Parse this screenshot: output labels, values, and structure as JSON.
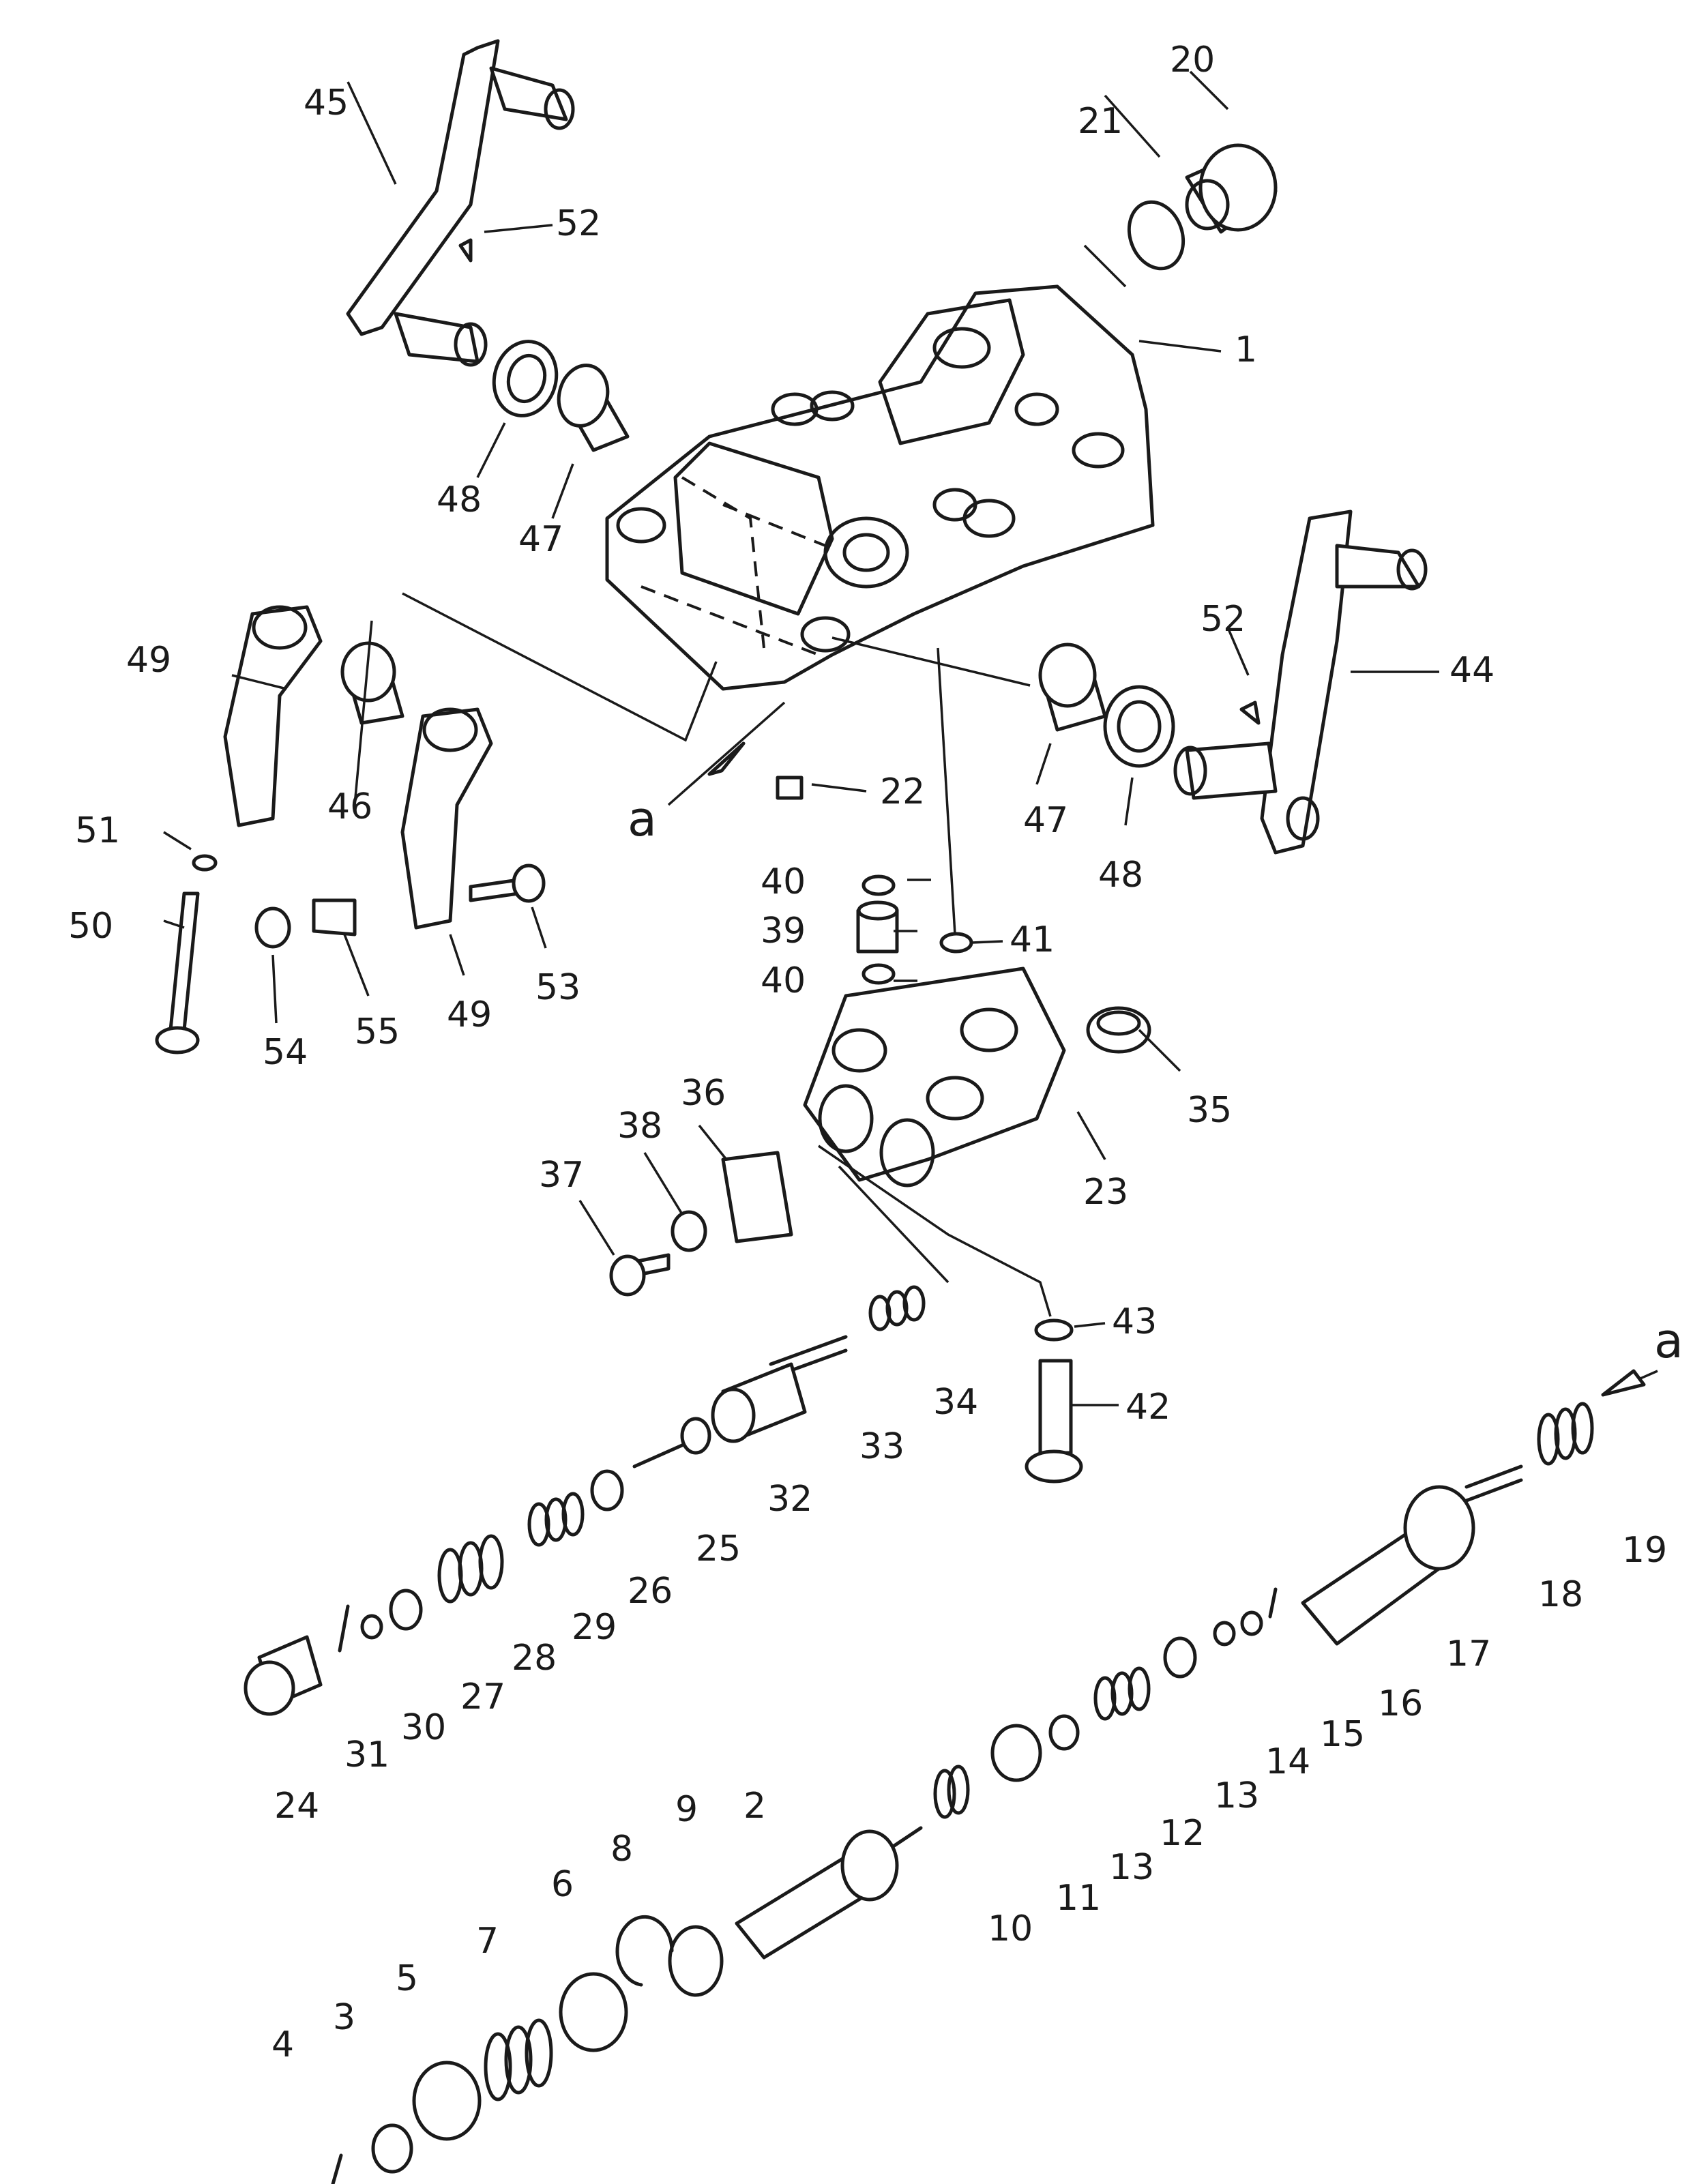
{
  "diagram": {
    "type": "exploded parts diagram",
    "ink_color": "#1a1a1a",
    "background": "#ffffff",
    "reference_tag": "a",
    "callouts": [
      {
        "id": "c1",
        "label": "1"
      },
      {
        "id": "c2",
        "label": "2"
      },
      {
        "id": "c3",
        "label": "3"
      },
      {
        "id": "c4",
        "label": "4"
      },
      {
        "id": "c5",
        "label": "5"
      },
      {
        "id": "c6",
        "label": "6"
      },
      {
        "id": "c7",
        "label": "7"
      },
      {
        "id": "c8",
        "label": "8"
      },
      {
        "id": "c9",
        "label": "9"
      },
      {
        "id": "c10",
        "label": "10"
      },
      {
        "id": "c11",
        "label": "11"
      },
      {
        "id": "c12",
        "label": "12"
      },
      {
        "id": "c13a",
        "label": "13"
      },
      {
        "id": "c13b",
        "label": "13"
      },
      {
        "id": "c14",
        "label": "14"
      },
      {
        "id": "c15",
        "label": "15"
      },
      {
        "id": "c16",
        "label": "16"
      },
      {
        "id": "c17",
        "label": "17"
      },
      {
        "id": "c18",
        "label": "18"
      },
      {
        "id": "c19",
        "label": "19"
      },
      {
        "id": "c20",
        "label": "20"
      },
      {
        "id": "c21",
        "label": "21"
      },
      {
        "id": "c22",
        "label": "22"
      },
      {
        "id": "c23",
        "label": "23"
      },
      {
        "id": "c24",
        "label": "24"
      },
      {
        "id": "c25",
        "label": "25"
      },
      {
        "id": "c26",
        "label": "26"
      },
      {
        "id": "c27",
        "label": "27"
      },
      {
        "id": "c28",
        "label": "28"
      },
      {
        "id": "c29",
        "label": "29"
      },
      {
        "id": "c30",
        "label": "30"
      },
      {
        "id": "c31",
        "label": "31"
      },
      {
        "id": "c32",
        "label": "32"
      },
      {
        "id": "c33",
        "label": "33"
      },
      {
        "id": "c34",
        "label": "34"
      },
      {
        "id": "c35",
        "label": "35"
      },
      {
        "id": "c36",
        "label": "36"
      },
      {
        "id": "c37",
        "label": "37"
      },
      {
        "id": "c38",
        "label": "38"
      },
      {
        "id": "c39",
        "label": "39"
      },
      {
        "id": "c40a",
        "label": "40"
      },
      {
        "id": "c40b",
        "label": "40"
      },
      {
        "id": "c41",
        "label": "41"
      },
      {
        "id": "c42",
        "label": "42"
      },
      {
        "id": "c43",
        "label": "43"
      },
      {
        "id": "c44",
        "label": "44"
      },
      {
        "id": "c45",
        "label": "45"
      },
      {
        "id": "c46",
        "label": "46"
      },
      {
        "id": "c47a",
        "label": "47"
      },
      {
        "id": "c47b",
        "label": "47"
      },
      {
        "id": "c48a",
        "label": "48"
      },
      {
        "id": "c48b",
        "label": "48"
      },
      {
        "id": "c49a",
        "label": "49"
      },
      {
        "id": "c49b",
        "label": "49"
      },
      {
        "id": "c50",
        "label": "50"
      },
      {
        "id": "c51",
        "label": "51"
      },
      {
        "id": "c52a",
        "label": "52"
      },
      {
        "id": "c52b",
        "label": "52"
      },
      {
        "id": "c53",
        "label": "53"
      },
      {
        "id": "c54",
        "label": "54"
      },
      {
        "id": "c55",
        "label": "55"
      }
    ]
  }
}
